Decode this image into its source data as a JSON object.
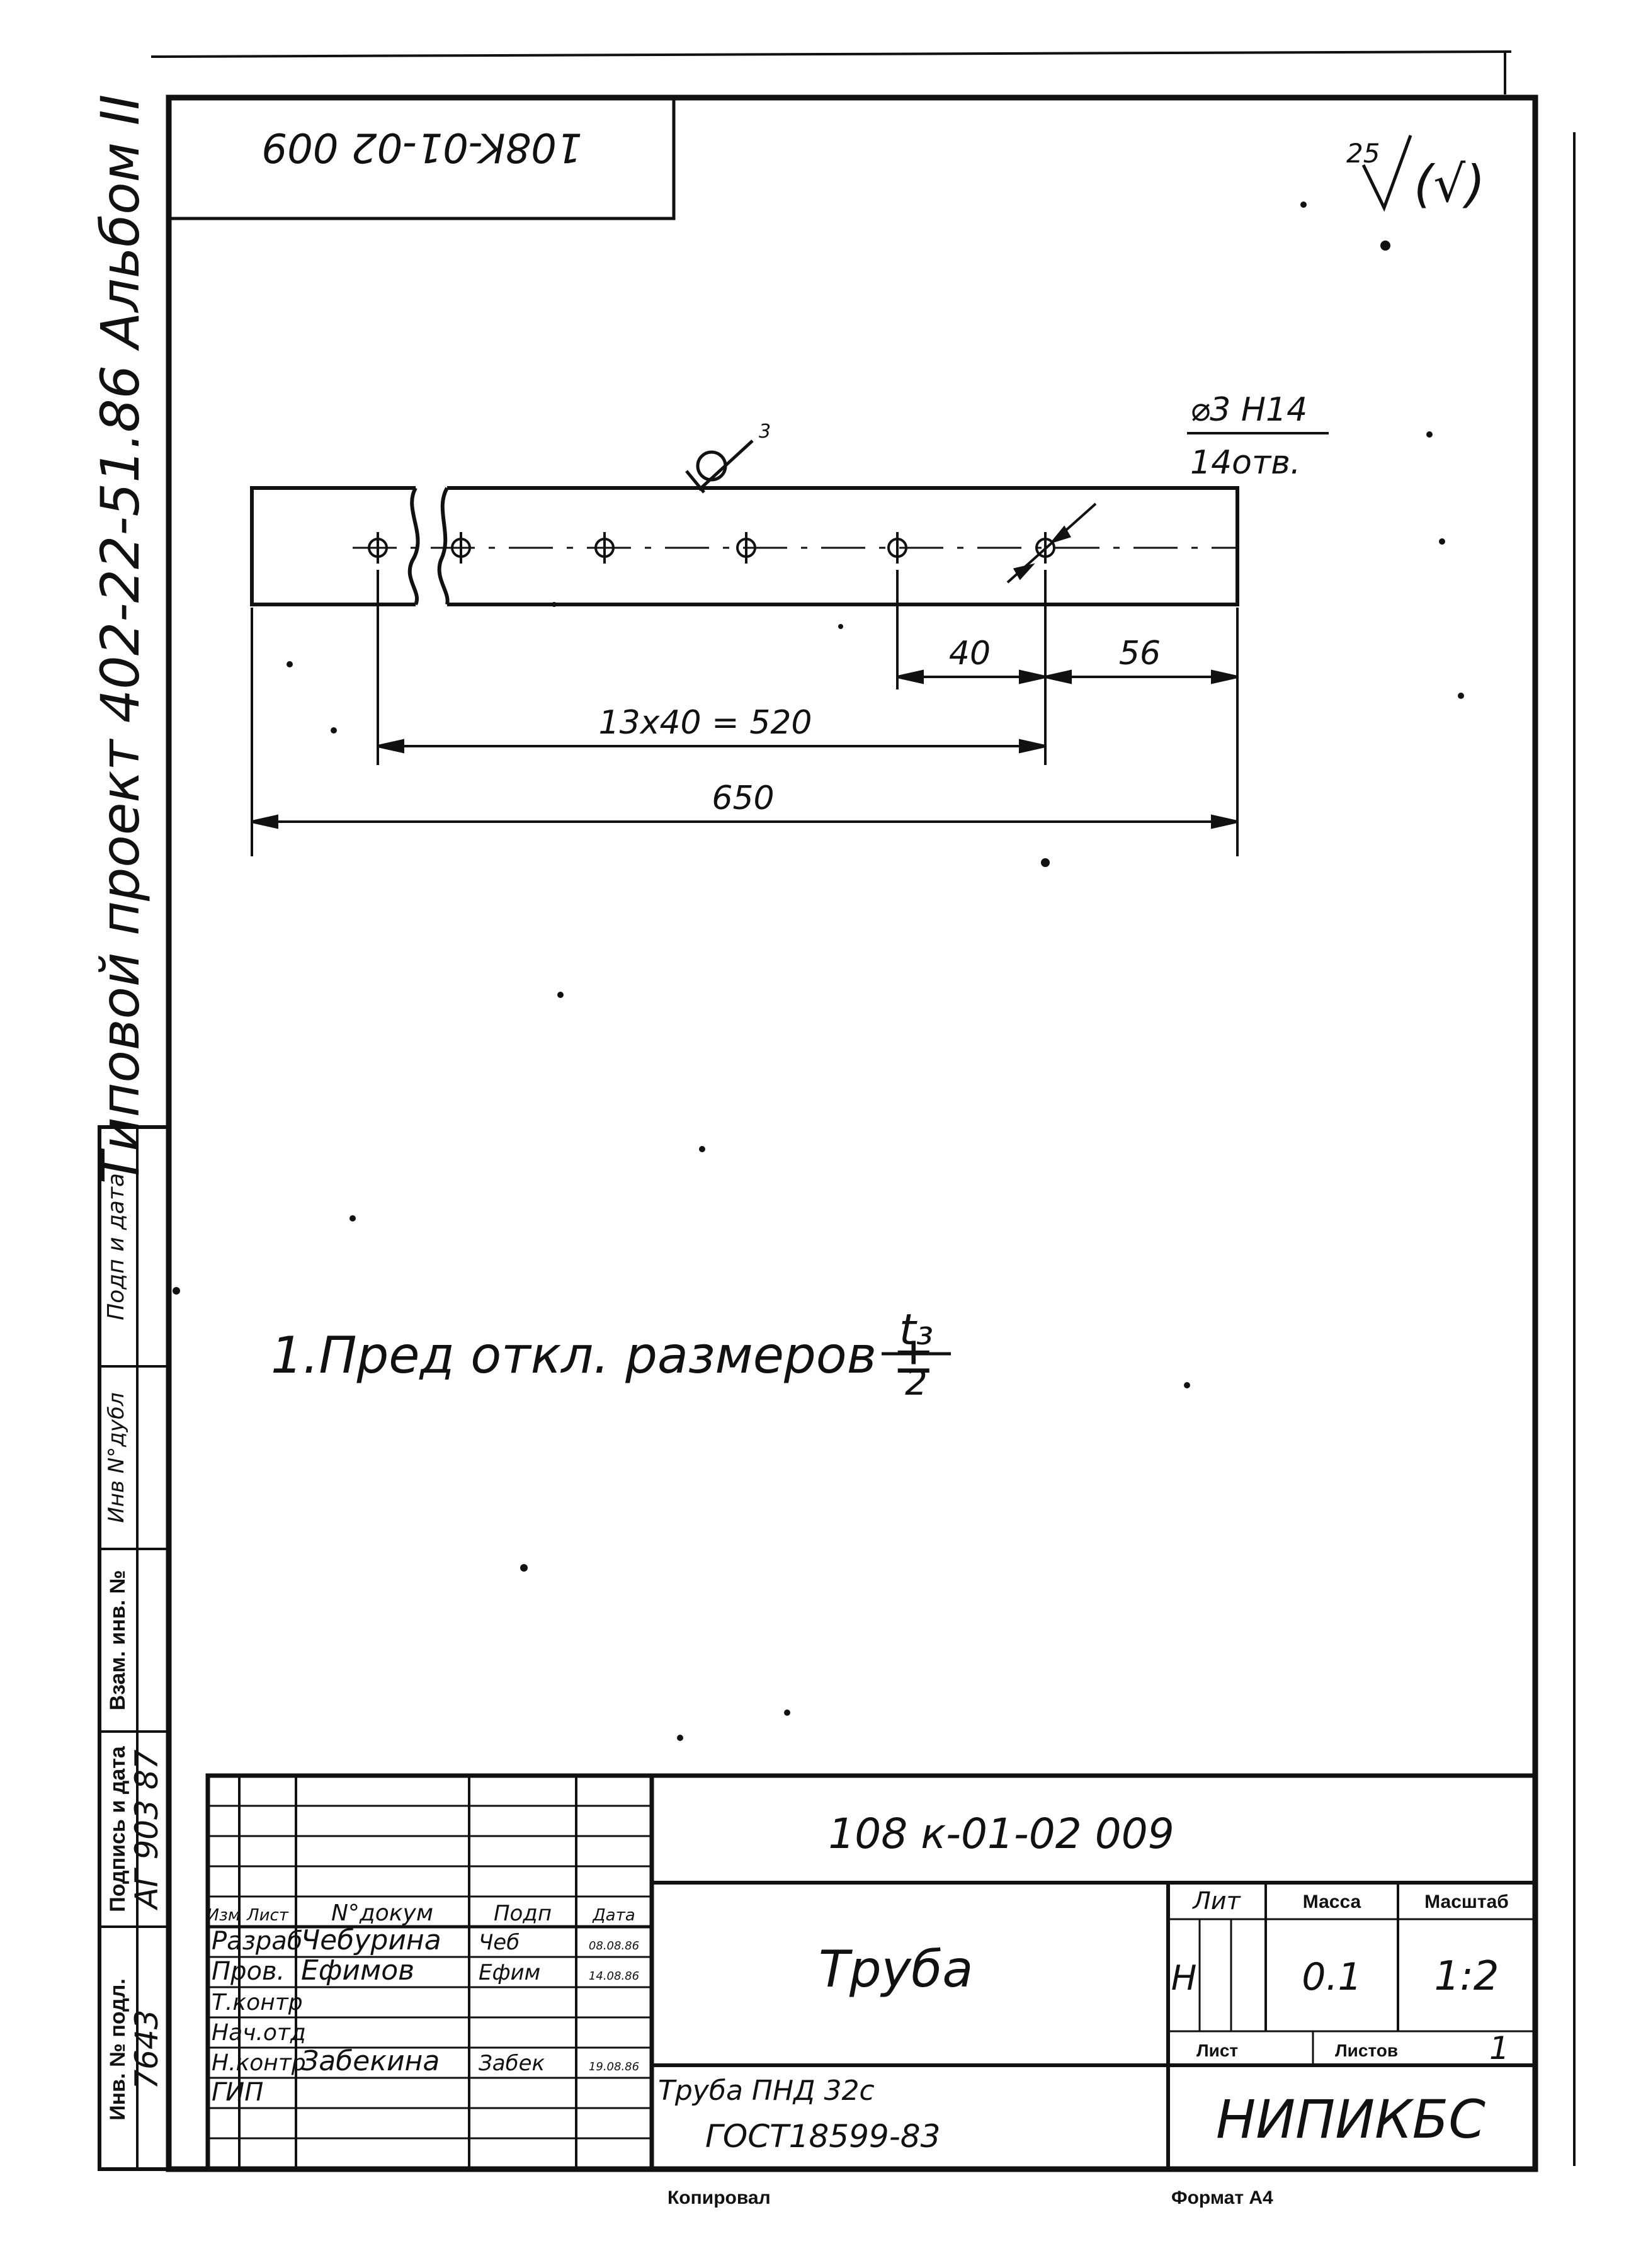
{
  "top_stamp": "108K-01-02 009",
  "roughness": {
    "value": "25",
    "suffix": "(√)"
  },
  "weld_symbol": "3",
  "hole_callout": {
    "line1": "⌀3 H14",
    "line2": "14отв."
  },
  "dimensions": {
    "pitch": "40",
    "end": "56",
    "span": "13x40 = 520",
    "overall": "650"
  },
  "note": {
    "text": "1.Пред откл. размеров  ±",
    "fraction_top": "t₃",
    "fraction_bottom": "2"
  },
  "side_title": "Типовой проект 402-22-51.86 Альбом II",
  "side_fields": {
    "podp_date": "Подп и дата",
    "inv_dubl": "Инв N°дубл",
    "vzam": "Взам. инв. №",
    "podp_date2": "Подпись и дата",
    "inv_podl": "Инв. № подл.",
    "inv_value": "7643",
    "sign_value": "АГ 903 87"
  },
  "title_block": {
    "designation": "108 к-01-02 009",
    "name": "Труба",
    "material_line1": "Труба ПНД 32с",
    "material_line2": "ГОСТ18599-83",
    "org": "НИПИКБС",
    "headers": {
      "lit": "Лит",
      "mass": "Масса",
      "scale": "Масштаб",
      "sheet": "Лист",
      "sheets": "Листов"
    },
    "lit_value": "Н",
    "mass_value": "0.1",
    "scale_value": "1:2",
    "sheets_value": "1",
    "col_headers": [
      "Изм",
      "Лист",
      "N°докум",
      "Подп",
      "Дата"
    ],
    "rows": [
      {
        "role": "Разраб",
        "name": "Чебурина",
        "sign": "Чеб",
        "date": "08.08.86"
      },
      {
        "role": "Пров.",
        "name": "Ефимов",
        "sign": "Ефим",
        "date": "14.08.86"
      },
      {
        "role": "Т.контр",
        "name": "",
        "sign": "",
        "date": ""
      },
      {
        "role": "Нач.отд",
        "name": "",
        "sign": "",
        "date": ""
      },
      {
        "role": "Н.контр",
        "name": "Забекина",
        "sign": "Забек",
        "date": "19.08.86"
      },
      {
        "role": "ГИП",
        "name": "",
        "sign": "",
        "date": ""
      }
    ]
  },
  "footer": {
    "copied": "Копировал",
    "format": "Формат А4"
  }
}
